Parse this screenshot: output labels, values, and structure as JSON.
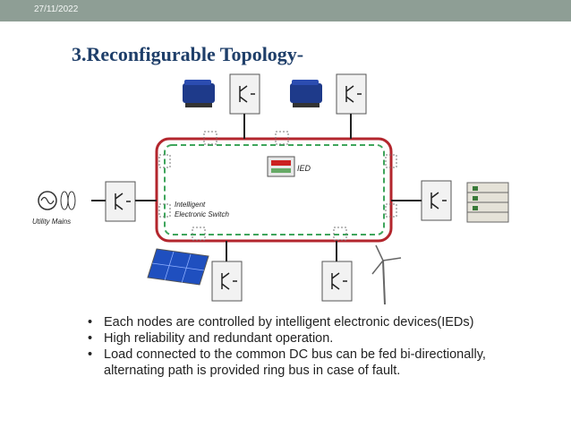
{
  "header": {
    "date": "27/11/2022"
  },
  "slide": {
    "title": "3.Reconfigurable Topology-",
    "diagram": {
      "ied_label": "IED",
      "switch_label_line1": "Intelligent",
      "switch_label_line2": "Electronic Switch",
      "utility_label": "Utility Mains"
    },
    "bullets": [
      "Each nodes are controlled by intelligent electronic devices(IEDs)",
      "High reliability and redundant operation.",
      "Load connected to the common DC bus can be fed bi-directionally, alternating path is provided ring bus in case of fault."
    ]
  },
  "colors": {
    "header_bar": "#8e9e95",
    "title": "#1f3f6a",
    "ring_bus": "#b3262d",
    "dashed_bus": "#3fa55c"
  }
}
